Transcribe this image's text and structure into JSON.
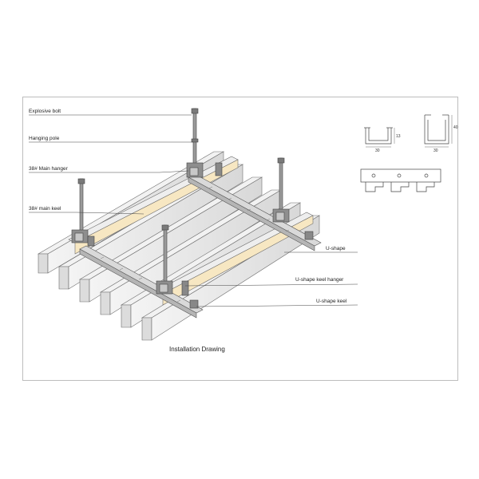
{
  "labels": {
    "explosive_bolt": "Explosive bolt",
    "hanging_pole": "Hanging pole",
    "main_hanger": "38# Main hanger",
    "main_keel": "38# main keel",
    "u_shape": "U-shape",
    "u_shape_keel_hanger": "U-shape keel hanger",
    "u_shape_keel": "U-shape keel"
  },
  "title": "Installation Drawing",
  "profiles": {
    "small_width": "30",
    "small_height": "13",
    "large_width": "30",
    "large_height": "40"
  },
  "colors": {
    "steel_light": "#eeeeee",
    "steel_dark": "#8a8a8a",
    "keel_fill": "#f7e7c2",
    "line": "#555555"
  }
}
